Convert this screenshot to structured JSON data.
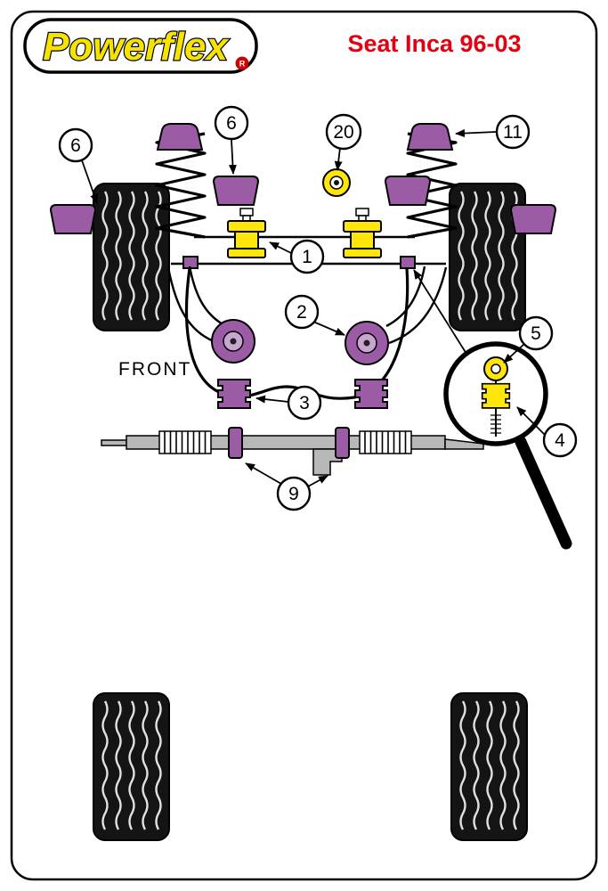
{
  "header": {
    "brand": "Powerflex",
    "registered_mark": "R",
    "title": "Seat Inca 96-03"
  },
  "diagram": {
    "front_label": "FRONT",
    "callouts": [
      {
        "label": "6",
        "target": "bump-stop-outer-left"
      },
      {
        "label": "6",
        "target": "bump-stop-inner-left"
      },
      {
        "label": "20",
        "target": "ring-bush"
      },
      {
        "label": "11",
        "target": "strut-top-mount-right"
      },
      {
        "label": "1",
        "target": "front-arm-front-bush-left"
      },
      {
        "label": "2",
        "target": "front-arm-rear-bush-right"
      },
      {
        "label": "5",
        "target": "drop-link-washer-detail"
      },
      {
        "label": "3",
        "target": "anti-roll-bar-bush-left"
      },
      {
        "label": "4",
        "target": "drop-link-bush-detail"
      },
      {
        "label": "9",
        "target": "steering-rack-mounts"
      }
    ]
  },
  "colors": {
    "purple": "#9b5ba5",
    "purple_light": "#c9a6cf",
    "yellow": "#ffe60a",
    "logo_yellow": "#f6e300",
    "title_red": "#e30010",
    "registered_red": "#cf0000",
    "metal_gray": "#b8b8b8",
    "tire_black": "#141414"
  }
}
